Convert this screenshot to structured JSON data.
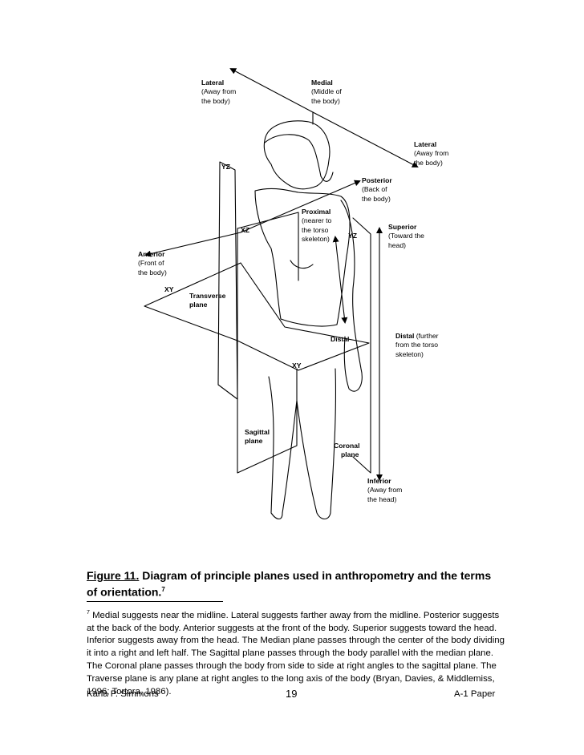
{
  "labels": {
    "lateral_top": {
      "title": "Lateral",
      "lines": [
        "(Away from",
        "the body)"
      ]
    },
    "medial": {
      "title": "Medial",
      "lines": [
        "(Middle of",
        "the body)"
      ]
    },
    "lateral_right": {
      "title": "Lateral",
      "lines": [
        "(Away from",
        "the body)"
      ]
    },
    "posterior": {
      "title": "Posterior",
      "lines": [
        "(Back of",
        "the body)"
      ]
    },
    "proximal": {
      "title": "Proximal",
      "lines": [
        "(nearer to",
        "the torso",
        "skeleton)"
      ]
    },
    "superior": {
      "title": "Superior",
      "lines": [
        "(Toward the",
        "head)"
      ]
    },
    "anterior": {
      "title": "Anterior",
      "lines": [
        "(Front of",
        "the body)"
      ]
    },
    "distal_right": {
      "title": "Distal",
      "inline": " (further",
      "lines": [
        "from the torso",
        "skeleton)"
      ]
    },
    "inferior": {
      "title": "Inferior",
      "lines": [
        "(Away from",
        "the head)"
      ]
    }
  },
  "planes": {
    "yz_top": "YZ",
    "xz": "XZ",
    "yz_right": "YZ",
    "xy_left": "XY",
    "xy_bottom": "XY",
    "transverse": [
      "Transverse",
      "plane"
    ],
    "distal_center": "Distal",
    "sagittal": [
      "Sagittal",
      "plane"
    ],
    "coronal": [
      "Coronal",
      "plane"
    ]
  },
  "caption": {
    "figure_label": "Figure 11.",
    "text": "  Diagram of principle planes used in anthropometry and the terms of orientation.",
    "sup": "7"
  },
  "footnote": {
    "marker": "7",
    "text": " Medial suggests near the midline.  Lateral suggests farther away from the midline.  Posterior suggests at the back of the body.  Anterior suggests at the front of the body.  Superior suggests toward the head.  Inferior suggests away from the head.  The Median plane passes through the center of the body dividing it into a right and left half.  The Sagittal plane passes through the body parallel with the median plane.  The Coronal plane passes through the body from side to side at right angles to the sagittal plane.  The Traverse plane is any plane at right angles to the long axis of the body (Bryan, Davies, & Middlemiss, 1996; Tortora, 1986)."
  },
  "footer": {
    "author": "Karla P. Simmons",
    "page_number": "19",
    "doc": "A-1 Paper"
  }
}
